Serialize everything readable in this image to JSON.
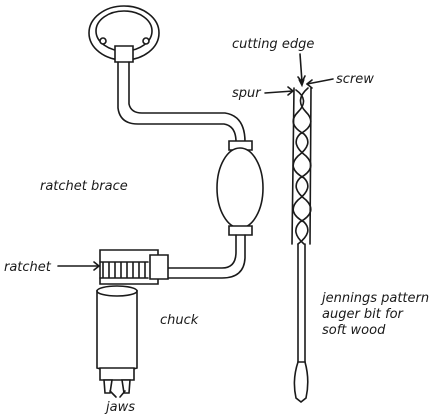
{
  "labels": {
    "ratchet_brace": "ratchet brace",
    "ratchet": "ratchet",
    "chuck": "chuck",
    "jaws": "jaws",
    "cutting_edge": "cutting edge",
    "spur": "spur",
    "screw": "screw",
    "auger_line1": "jennings pattern",
    "auger_line2": "auger bit for",
    "auger_line3": "soft wood"
  },
  "colors": {
    "ink": "#1a1a1a",
    "paper": "#ffffff"
  }
}
